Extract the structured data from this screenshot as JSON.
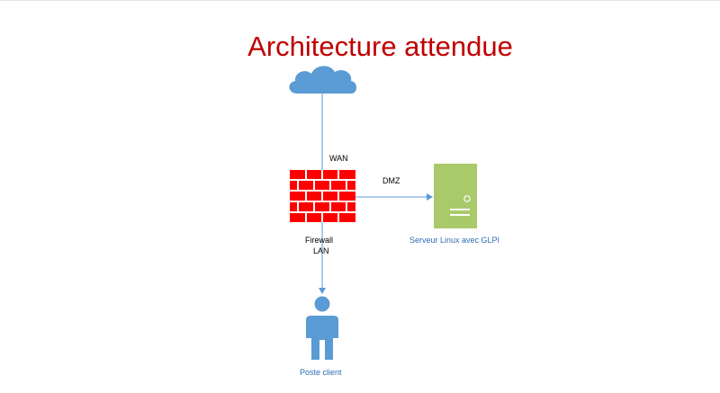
{
  "title": "Architecture attendue",
  "labels": {
    "wan": "WAN",
    "dmz": "DMZ",
    "firewall": "Firewall",
    "lan": "LAN",
    "server": "Serveur Linux avec GLPI",
    "client": "Poste client"
  },
  "icons": {
    "cloud": "cloud-icon",
    "firewall": "brick-wall-firewall-icon",
    "server": "server-tower-icon",
    "client": "person-icon"
  },
  "colors": {
    "title": "#c00000",
    "cloud": "#5b9bd5",
    "firewall": "#ff0000",
    "server": "#a9c96b",
    "person": "#5b9bd5",
    "connector": "#5b9bd5",
    "node_label": "#2f6db5"
  }
}
